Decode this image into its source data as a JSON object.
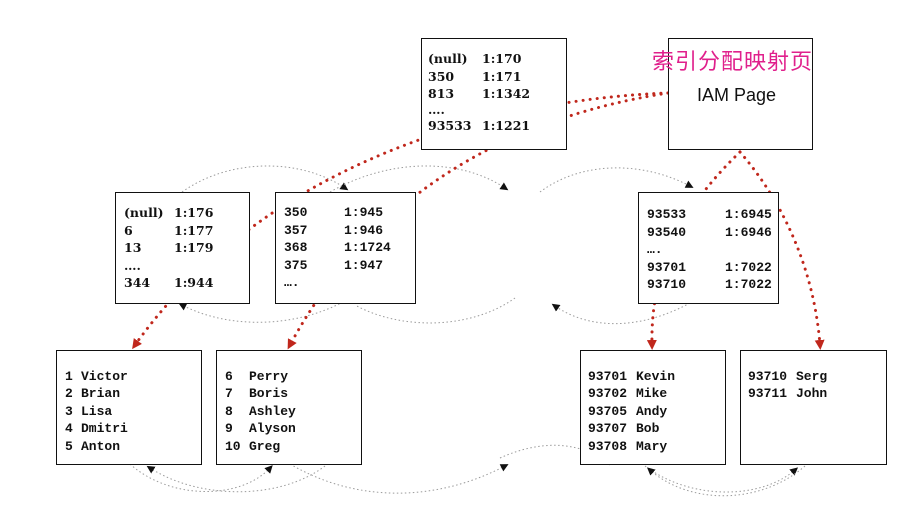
{
  "annotation": {
    "text": "索引分配映射页",
    "color": "#e0208c"
  },
  "iam_page": {
    "label": "IAM Page"
  },
  "root_page": {
    "rows": [
      {
        "key": "(null)",
        "ptr": "1:170"
      },
      {
        "key": "350",
        "ptr": "1:171"
      },
      {
        "key": "813",
        "ptr": "1:1342"
      },
      {
        "key": "….",
        "ptr": ""
      },
      {
        "key": "93533",
        "ptr": "1:1221"
      }
    ]
  },
  "intermediate_pages": [
    {
      "rows": [
        {
          "key": "(null)",
          "ptr": "1:176"
        },
        {
          "key": "6",
          "ptr": "1:177"
        },
        {
          "key": "13",
          "ptr": "1:179"
        },
        {
          "key": "….",
          "ptr": ""
        },
        {
          "key": "344",
          "ptr": "1:944"
        }
      ]
    },
    {
      "rows": [
        {
          "key": "350",
          "ptr": "1:945"
        },
        {
          "key": "357",
          "ptr": "1:946"
        },
        {
          "key": "368",
          "ptr": "1:1724"
        },
        {
          "key": "375",
          "ptr": "1:947"
        },
        {
          "key": "….",
          "ptr": ""
        }
      ]
    },
    {
      "rows": [
        {
          "key": "93533",
          "ptr": "1:6945"
        },
        {
          "key": "93540",
          "ptr": "1:6946"
        },
        {
          "key": "….",
          "ptr": ""
        },
        {
          "key": "93701",
          "ptr": "1:7022"
        },
        {
          "key": "93710",
          "ptr": "1:7022"
        }
      ]
    }
  ],
  "leaf_pages": [
    {
      "rows": [
        {
          "key": "1",
          "name": "Victor"
        },
        {
          "key": "2",
          "name": "Brian"
        },
        {
          "key": "3",
          "name": "Lisa"
        },
        {
          "key": "4",
          "name": "Dmitri"
        },
        {
          "key": "5",
          "name": "Anton"
        }
      ]
    },
    {
      "rows": [
        {
          "key": "6",
          "name": "Perry"
        },
        {
          "key": "7",
          "name": "Boris"
        },
        {
          "key": "8",
          "name": "Ashley"
        },
        {
          "key": "9",
          "name": "Alyson"
        },
        {
          "key": "10",
          "name": "Greg"
        }
      ]
    },
    {
      "rows": [
        {
          "key": "93701",
          "name": "Kevin"
        },
        {
          "key": "93702",
          "name": "Mike"
        },
        {
          "key": "93705",
          "name": "Andy"
        },
        {
          "key": "93707",
          "name": "Bob"
        },
        {
          "key": "93708",
          "name": "Mary"
        }
      ]
    },
    {
      "rows": [
        {
          "key": "93710",
          "name": "Serg"
        },
        {
          "key": "93711",
          "name": "John"
        }
      ]
    }
  ],
  "colors": {
    "iam_pointer": "#c0271c",
    "page_link": "#9a9a9a",
    "border": "#111111"
  }
}
